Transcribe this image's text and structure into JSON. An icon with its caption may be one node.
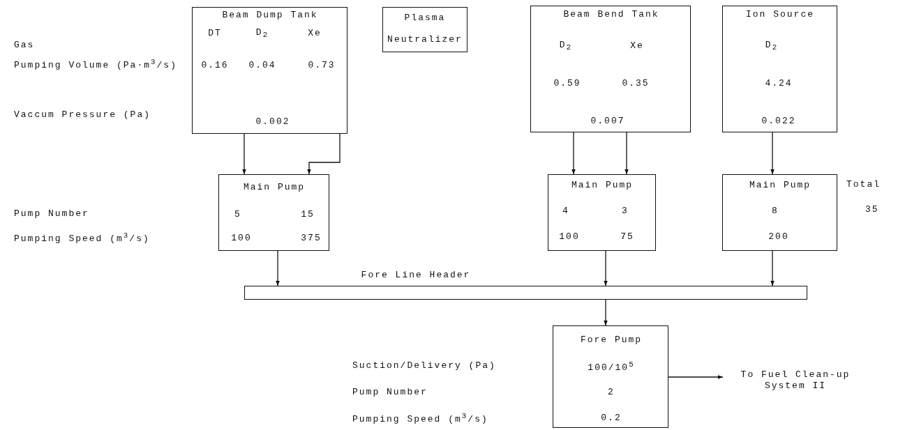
{
  "diagram": {
    "nodes": [
      {
        "text": [
          "Beam Dump Tank",
          "DT",
          "D$_{2}$",
          "Xe",
          "0.16",
          "0.04",
          "0.73",
          "0.002"
        ]
      },
      {
        "text": [
          "Plasma Neutralizer"
        ]
      },
      {
        "text": [
          "Beam Bend Tank",
          "D$_{2}$",
          "Xe",
          "0.59",
          "0.35",
          "0.007"
        ]
      },
      {
        "text": [
          "Ion Source",
          "D$_{2}$",
          "4.24",
          "0.022"
        ]
      },
      {
        "text": [
          "Main Pump",
          "5",
          "15",
          "100",
          "375"
        ]
      },
      {
        "text": [
          "Main Pump",
          "4",
          "3",
          "100",
          "75"
        ]
      },
      {
        "text": [
          "Main Pump",
          "8",
          "200"
        ]
      },
      {
        "text": [
          "Fore Line Header"
        ]
      },
      {
        "text": [
          "Fore Pump",
          "100/10$^{5}$",
          "2",
          "0.2"
        ]
      },
      {
        "text": [
          "To Fuel Clean-up System II"
        ]
      }
    ],
    "edges": [
      {
        "from": 0,
        "to": 4,
        "arrow": "to"
      },
      {
        "from": 0,
        "to": 4,
        "arrow": "to"
      },
      {
        "from": 2,
        "to": 5,
        "arrow": "to"
      },
      {
        "from": 2,
        "to": 5,
        "arrow": "to"
      },
      {
        "from": 3,
        "to": 6,
        "arrow": "to"
      },
      {
        "from": 4,
        "to": 7,
        "arrow": "to"
      },
      {
        "from": 5,
        "to": 7,
        "arrow": "to"
      },
      {
        "from": 6,
        "to": 7,
        "arrow": "to"
      },
      {
        "from": 7,
        "to": 8,
        "arrow": "to"
      },
      {
        "from": 8,
        "to": 9,
        "arrow": "to"
      }
    ],
    "labels": [
      "Gas",
      "Pumping Volume (Pa·m$^{3}$/s)",
      "Vaccum Pressure (Pa)",
      "Total",
      "Pump Number",
      "35",
      "Pumping Speed (m$^{3}$/s)",
      "Suction/Delivery (Pa)",
      "Pump Number",
      "Pumping Speed (m$^{3}$/s)"
    ]
  }
}
